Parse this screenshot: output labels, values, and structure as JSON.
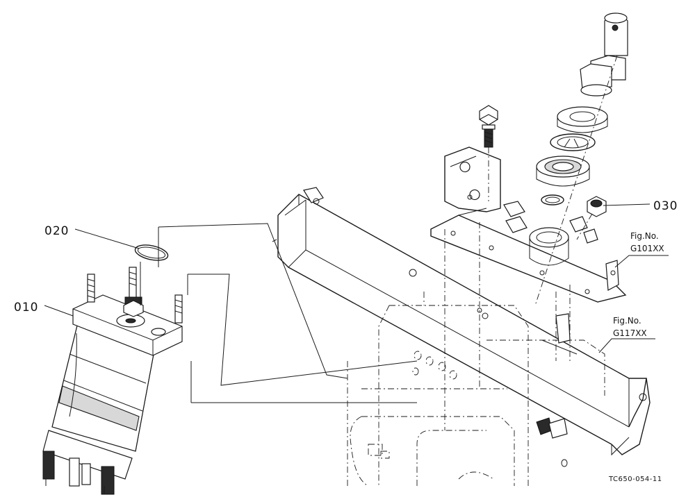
{
  "callouts": {
    "part_010": "010",
    "part_020": "020",
    "part_030": "030"
  },
  "refs": {
    "fig_a_label": "Fig.No.",
    "fig_a_code": "G101XX",
    "fig_b_label": "Fig.No.",
    "fig_b_code": "G117XX"
  },
  "drawing_code": "TC650-054-11",
  "colors": {
    "ink": "#1a1a1a",
    "background": "#ffffff"
  }
}
